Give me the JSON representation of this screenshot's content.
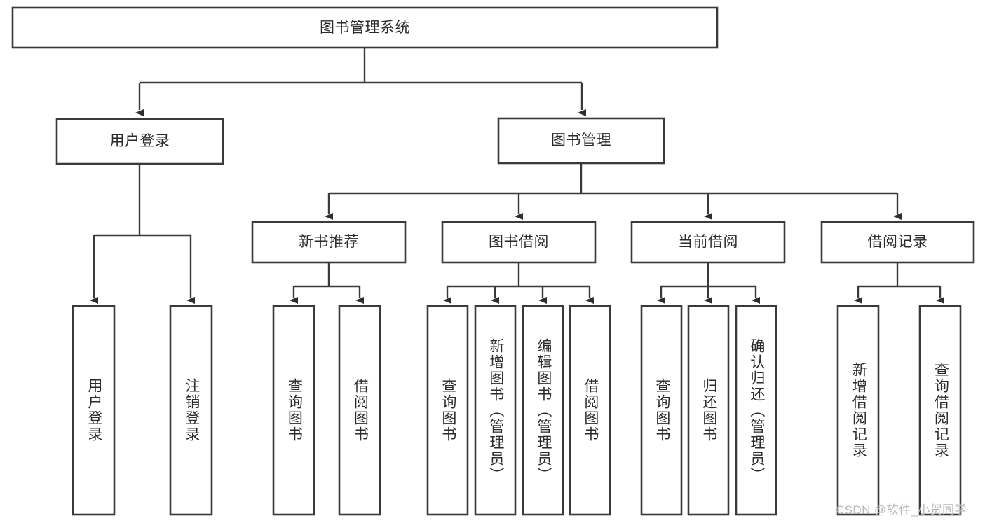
{
  "diagram": {
    "title": "图书管理系统",
    "type": "hierarchy-tree",
    "watermark": "CSDN @软件_小贺同学",
    "colors": {
      "stroke": "#3a3a3a",
      "text": "#2b2b2b",
      "background": "#ffffff",
      "watermark": "#b9b9b9"
    },
    "nodes": {
      "root": {
        "label": "图书管理系统"
      },
      "level1": [
        {
          "label": "用户登录"
        },
        {
          "label": "图书管理"
        }
      ],
      "level2": [
        {
          "label": "新书推荐"
        },
        {
          "label": "图书借阅"
        },
        {
          "label": "当前借阅"
        },
        {
          "label": "借阅记录"
        }
      ],
      "leaves": {
        "user_login": [
          {
            "label": "用户登录"
          },
          {
            "label": "注销登录"
          }
        ],
        "new_book": [
          {
            "label": "查询图书"
          },
          {
            "label": "借阅图书"
          }
        ],
        "borrow_book": [
          {
            "label": "查询图书"
          },
          {
            "label": "新增图书（管理员）"
          },
          {
            "label": "编辑图书（管理员）"
          },
          {
            "label": "借阅图书"
          }
        ],
        "current_borrow": [
          {
            "label": "查询图书"
          },
          {
            "label": "归还图书"
          },
          {
            "label": "确认归还（管理员）"
          }
        ],
        "borrow_record": [
          {
            "label": "新增借阅记录"
          },
          {
            "label": "查询借阅记录"
          }
        ]
      }
    }
  }
}
